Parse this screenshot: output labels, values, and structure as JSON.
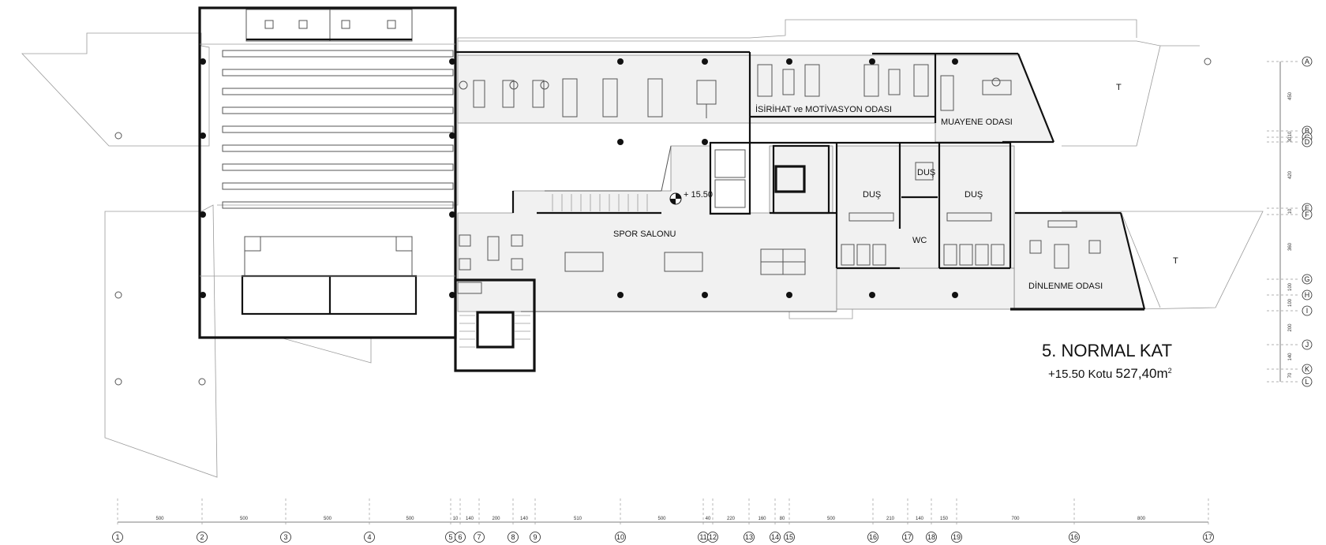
{
  "drawing": {
    "title": "5. NORMAL KAT",
    "level_text": "+15.50 Kotu",
    "area_value": "527,40m",
    "area_exponent": "2"
  },
  "level_marker": "+ 15.50",
  "rooms": {
    "rest_room": "İSİRİHAT ve MOTİVASYON ODASI",
    "exam_room": "MUAYENE ODASI",
    "gym": "SPOR SALONU",
    "shower_1": "DUŞ",
    "shower_2": "DUŞ",
    "shower_3": "DUŞ",
    "wc": "WC",
    "lounge": "DİNLENME ODASI",
    "t_1": "T",
    "t_2": "T"
  },
  "grid_columns": [
    "1",
    "2",
    "3",
    "4",
    "5",
    "6",
    "7",
    "8",
    "9",
    "10",
    "11",
    "12",
    "13",
    "14",
    "15",
    "16",
    "17",
    "18",
    "19",
    "16",
    "17"
  ],
  "column_dimensions": [
    "500",
    "500",
    "500",
    "500",
    "10",
    "140",
    "200",
    "140",
    "510",
    "500",
    "40",
    "220",
    "160",
    "80",
    "500",
    "210",
    "140",
    "150",
    "700",
    "800"
  ],
  "grid_rows": [
    "A",
    "B",
    "C",
    "D",
    "E",
    "F",
    "G",
    "H",
    "I",
    "J",
    "K",
    "L"
  ],
  "row_dimensions": [
    "450",
    "10",
    "30",
    "420",
    "10",
    "360",
    "100",
    "100",
    "200",
    "140",
    "70"
  ]
}
